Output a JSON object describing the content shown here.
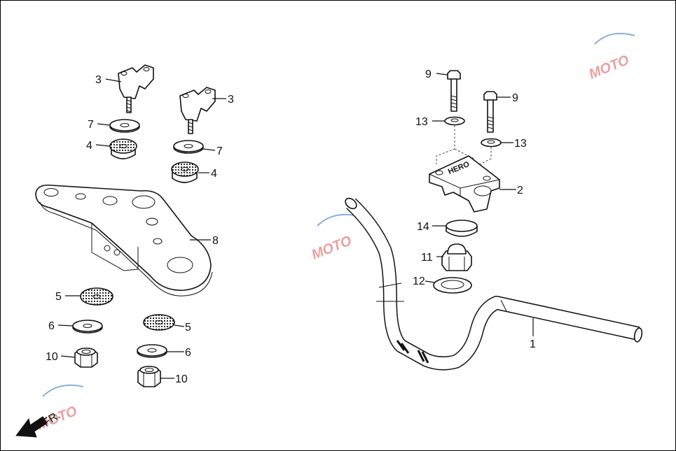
{
  "diagram": {
    "direction_label": "FR.",
    "watermark_text": "MOTO",
    "callouts": {
      "bar_handle": "1",
      "holder_upper": "2",
      "holder_lower_left": "3",
      "holder_lower_right": "3",
      "cushion_upper_left": "4",
      "cushion_upper_right": "4",
      "cushion_lower_left": "5",
      "cushion_lower_right": "5",
      "washer_lower_left": "6",
      "washer_lower_right": "6",
      "washer_upper_left": "7",
      "washer_upper_right": "7",
      "bridge_top": "8",
      "bolt_left": "9",
      "bolt_right": "9",
      "nut_left": "10",
      "nut_right": "10",
      "steering_stem_nut": "11",
      "washer_stem": "12",
      "washer_bolt_left": "13",
      "washer_bolt_right": "13",
      "cap_stem": "14"
    },
    "colors": {
      "ink": "#111111",
      "watermark_red": "#d9534f",
      "watermark_blue": "#2c6fbf"
    }
  }
}
